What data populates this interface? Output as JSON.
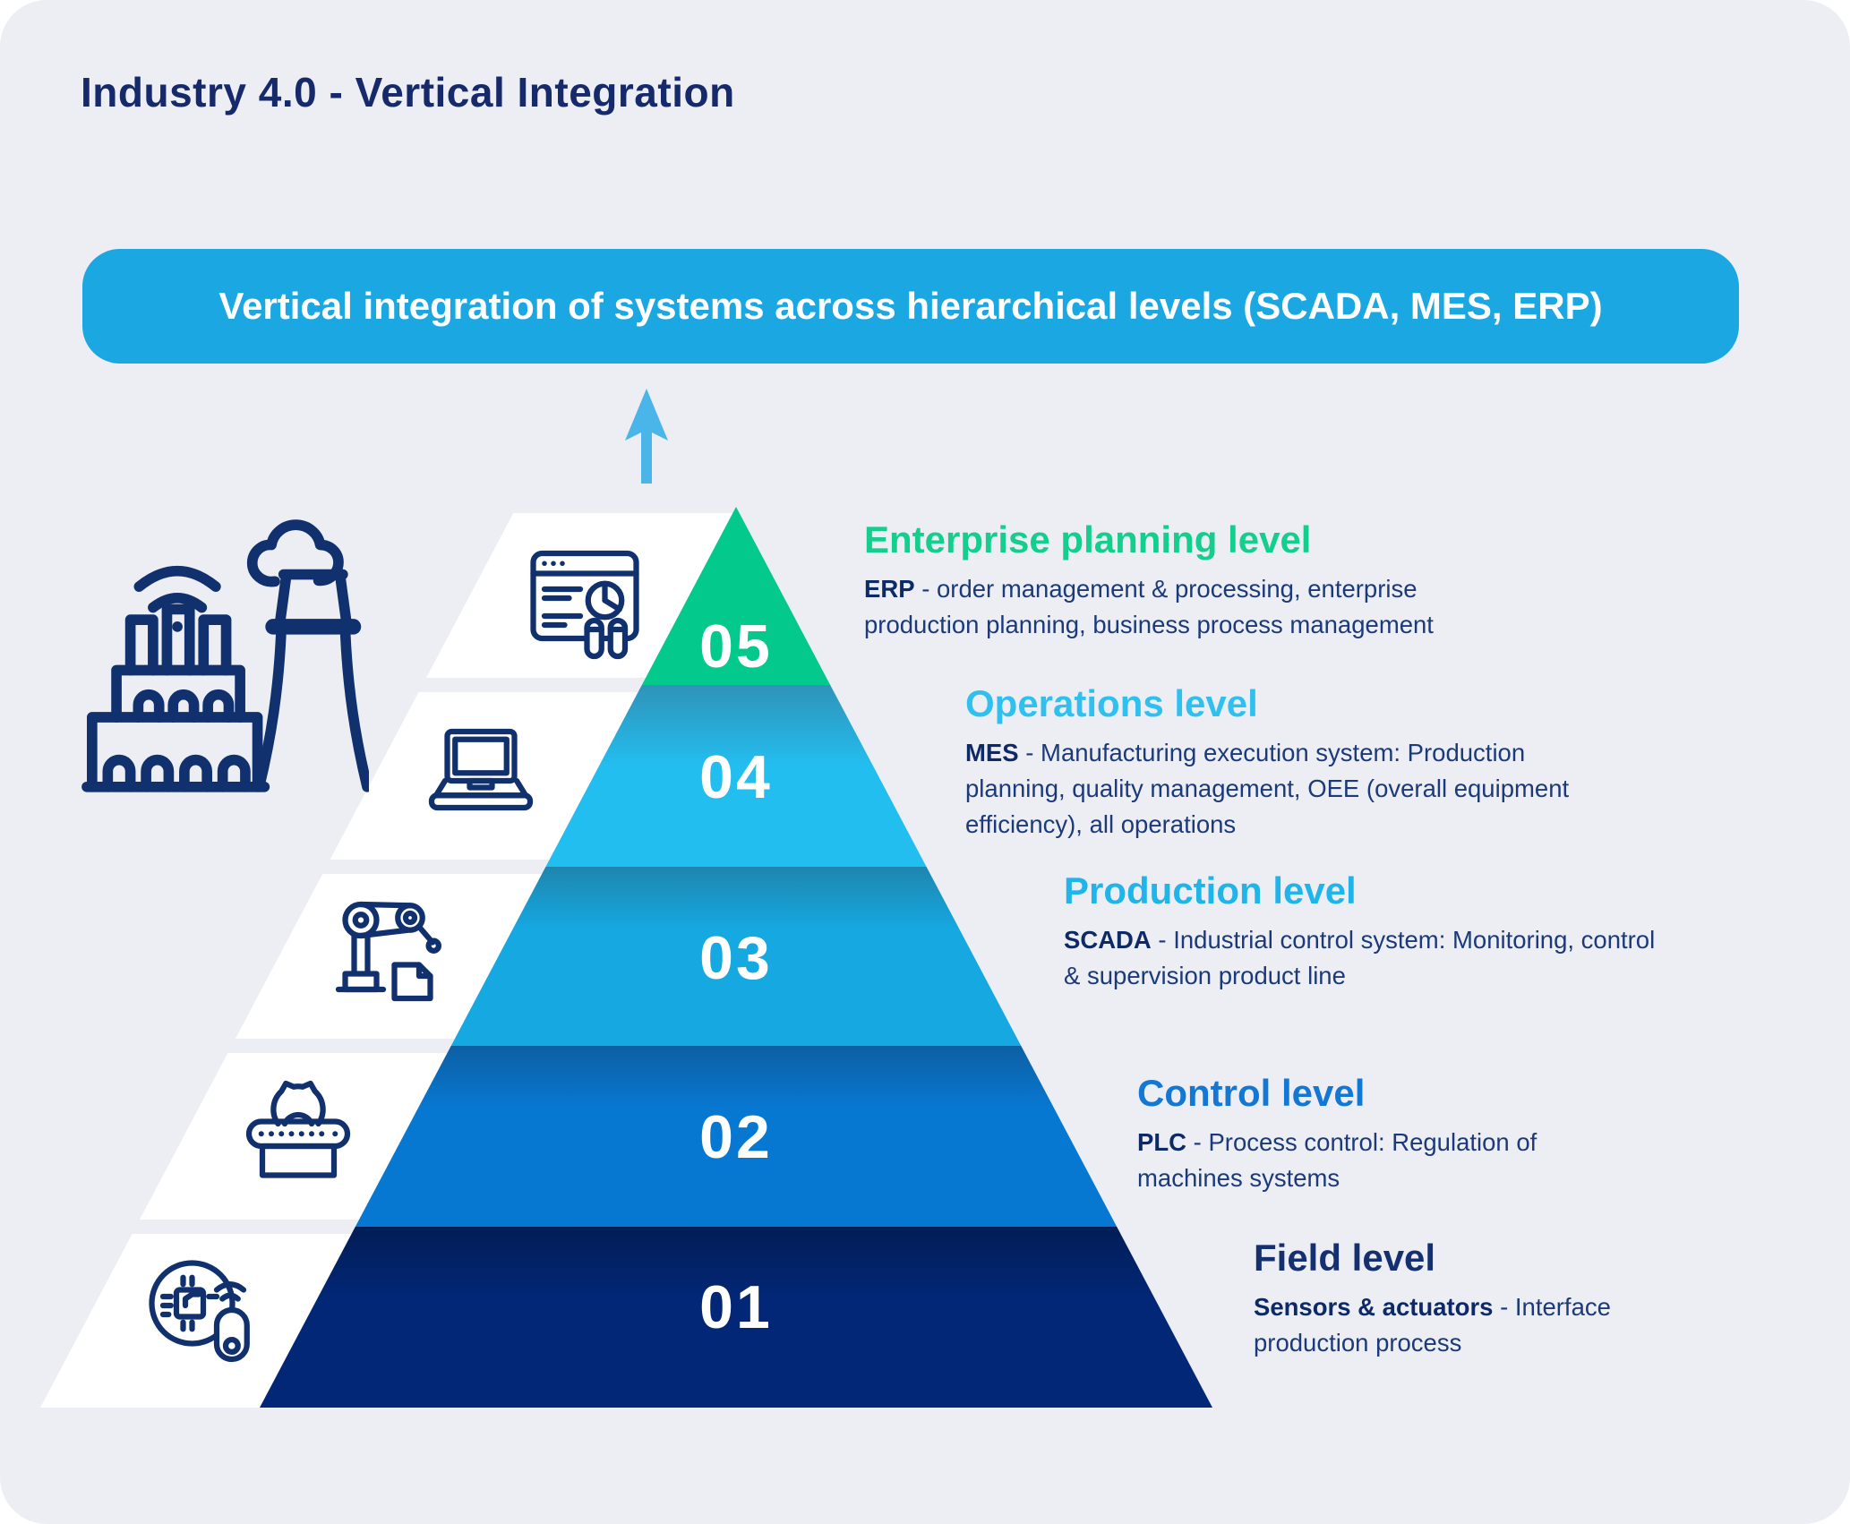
{
  "title": "Industry 4.0 - Vertical Integration",
  "banner": {
    "text": "Vertical integration of systems across hierarchical levels (SCADA, MES, ERP)",
    "background_color": "#1BA7E2",
    "text_color": "#FFFFFF"
  },
  "arrow": {
    "icon": "up-arrow-icon",
    "color": "#4AB5E9"
  },
  "factory": {
    "icon": "smart-factory-icon",
    "stroke_color": "#10306E"
  },
  "background_color": "#ECEEF4",
  "title_color": "#15296B",
  "levels": [
    {
      "num": "05",
      "heading": "Enterprise planning level",
      "heading_color": "#13CE8C",
      "keyword": "ERP",
      "desc": "- order management & processing, enterprise production planning, business process management",
      "icon": "analytics-dashboard-icon",
      "band_color": "#04C98C"
    },
    {
      "num": "04",
      "heading": "Operations level",
      "heading_color": "#2FC0F0",
      "keyword": "MES",
      "desc": "- Manufacturing execution system: Production planning, quality management, OEE (overall equipment efficiency), all operations",
      "icon": "laptop-icon",
      "band_color": "#23BEF0"
    },
    {
      "num": "03",
      "heading": "Production level",
      "heading_color": "#1FB4EA",
      "keyword": "SCADA",
      "desc": "- Industrial control system: Monitoring, control & supervision product line",
      "icon": "robot-arm-icon",
      "band_color": "#15A8E1"
    },
    {
      "num": "02",
      "heading": "Control level",
      "heading_color": "#1377D4",
      "keyword": "PLC",
      "desc": "- Process control: Regulation of machines systems",
      "icon": "conveyor-gear-icon",
      "band_color": "#0778D2"
    },
    {
      "num": "01",
      "heading": "Field level",
      "heading_color": "#143070",
      "keyword": "Sensors & actuators",
      "desc": "- Interface production process",
      "icon": "sensor-chip-icon",
      "band_color": "#032777"
    }
  ]
}
